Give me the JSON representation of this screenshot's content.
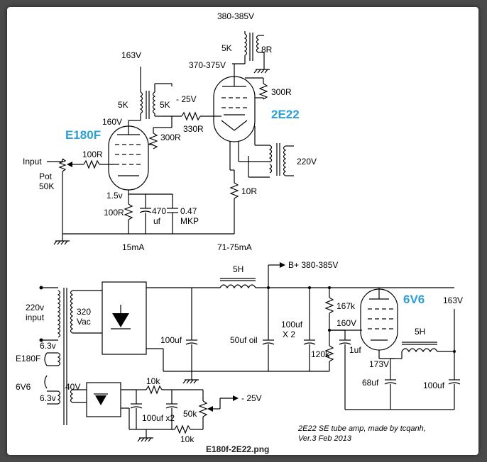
{
  "labels": {
    "v_380_385": "380-385V",
    "v_370_375": "370-375V",
    "v_163_top": "163V",
    "v_160_e180f": "160V",
    "v_minus25_top": "- 25V",
    "out_5k": "5K",
    "out_8r": "8R",
    "r_300r_2e22": "300R",
    "r_330r": "330R",
    "it_5k_left": "5K",
    "it_5k_right": "5K",
    "r_300r_e180f": "300R",
    "r_100r_grid": "100R",
    "input": "Input",
    "pot": "Pot",
    "pot_50k": "50K",
    "v_1_5": "1.5v",
    "r_100r_cathode": "100R",
    "c_470": "470",
    "c_470_uf": "uf",
    "c_047": "0.47",
    "c_mkp": "MKP",
    "i_15ma": "15mA",
    "i_71_75ma": "71-75mA",
    "r_10r": "10R",
    "ft_220v": "220V",
    "choke_5h_top": "5H",
    "bplus": "B+ 380-385V",
    "mains_220v": "220v",
    "mains_input": "input",
    "sec_320": "320",
    "sec_vac": "Vac",
    "c_100uf_psu": "100uf",
    "c_50uf_oil": "50uf oil",
    "c_100uf_x2": "100uf",
    "c_x2": "X 2",
    "r_167k": "167k",
    "r_120k": "120k",
    "v_160_6v6": "160V",
    "c_1uf": "1uf",
    "v_173": "173V",
    "choke_5h_bottom": "5H",
    "v_163_right": "163V",
    "c_68uf": "68uf",
    "c_100uf_right": "100uf",
    "h_6_3_top": "6.3v",
    "h_e180f": "E180F",
    "h_6v6": "6V6",
    "h_6_3_bottom": "6.3v",
    "bias_40v": "40V",
    "r_10k_top": "10k",
    "c_100uf_x2_bias": "100uf x2",
    "r_50k_bias": "50k",
    "r_10k_bottom": "10k",
    "v_minus25_bias": "- 25V"
  },
  "tubes": {
    "e180f": "E180F",
    "tube_2e22": "2E22",
    "tube_6v6": "6V6"
  },
  "credit": {
    "line1": "2E22 SE tube amp, made by tcqanh,",
    "line2": "Ver.3 Feb 2013"
  },
  "filename": "E180f-2E22.png",
  "colors": {
    "tube_label": "#2a9fd6",
    "background": "#4a4a4a",
    "sheet": "#ffffff"
  }
}
